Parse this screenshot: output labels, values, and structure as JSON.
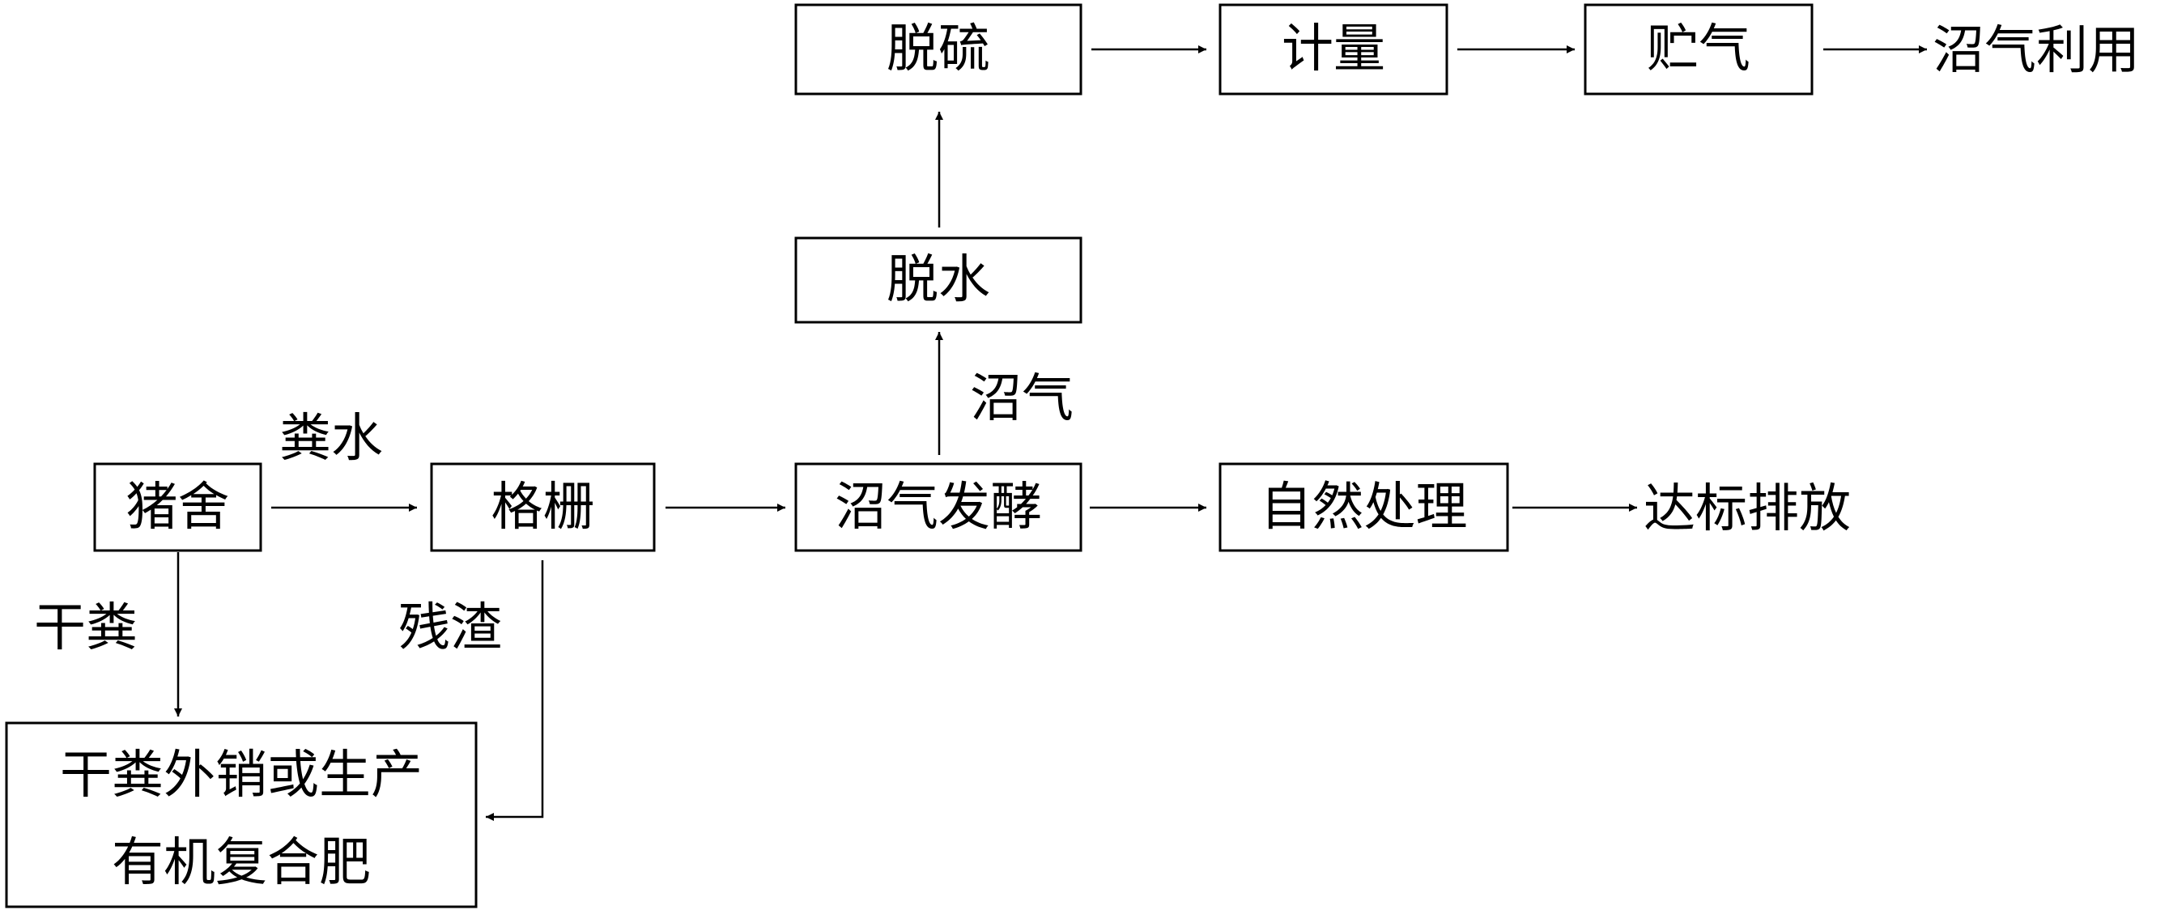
{
  "nodes": {
    "pigsty": "猪舍",
    "grille": "格栅",
    "fermentation": "沼气发酵",
    "natural_treatment": "自然处理",
    "dewatering": "脱水",
    "desulfurization": "脱硫",
    "metering": "计量",
    "gas_storage": "贮气",
    "dry_manure_sale_line1": "干粪外销或生产",
    "dry_manure_sale_line2": "有机复合肥"
  },
  "edge_labels": {
    "manure_water": "粪水",
    "dry_manure": "干粪",
    "residue": "残渣",
    "biogas": "沼气"
  },
  "terminals": {
    "biogas_use": "沼气利用",
    "discharge": "达标排放"
  }
}
